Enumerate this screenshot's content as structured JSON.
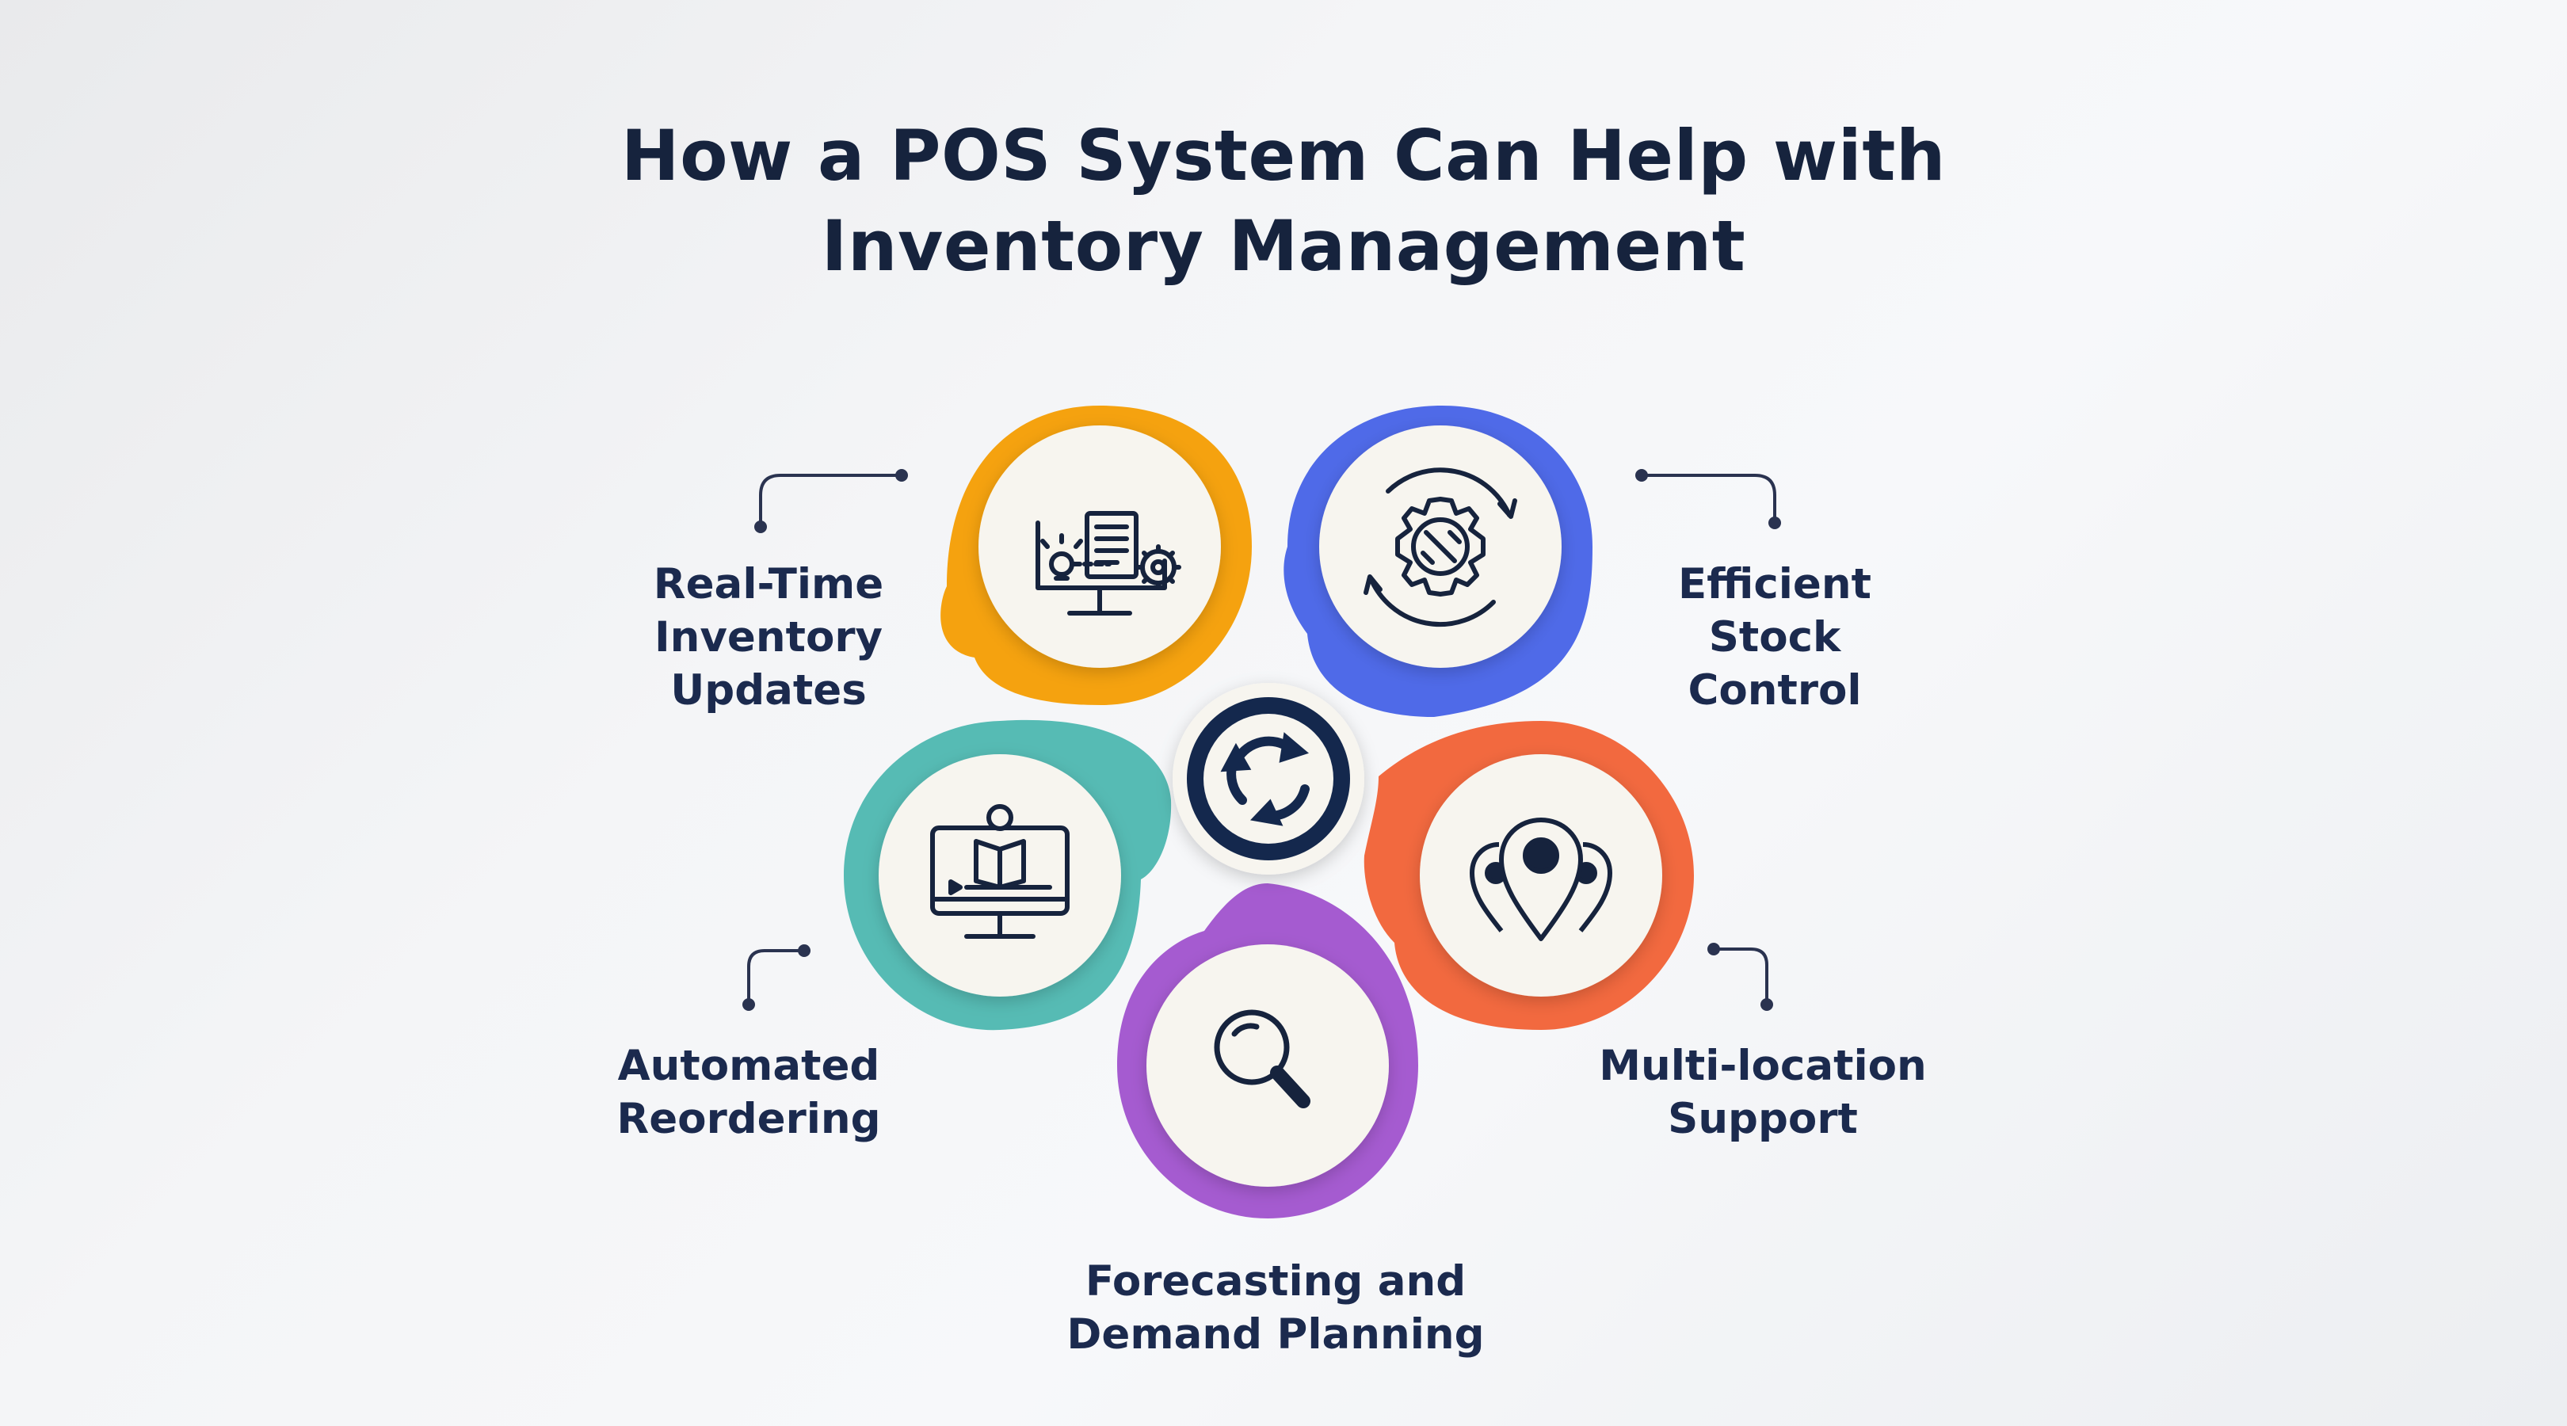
{
  "title": {
    "line1": "How a POS System Can Help with",
    "line2": "Inventory Management"
  },
  "center_icon": "refresh-cycle-icon",
  "items": [
    {
      "lines": [
        "Real-Time",
        "Inventory",
        "Updates"
      ],
      "color": "#f5a20f",
      "icon": "monitor-document-gear-icon"
    },
    {
      "lines": [
        "Efficient",
        "Stock",
        "Control"
      ],
      "color": "#4f6ae8",
      "icon": "gear-wrench-cycle-icon"
    },
    {
      "lines": [
        "Automated",
        "Reordering"
      ],
      "color": "#56bbb4",
      "icon": "monitor-user-book-icon"
    },
    {
      "lines": [
        "Multi-location",
        "Support"
      ],
      "color": "#f2693f",
      "icon": "location-pins-icon"
    },
    {
      "lines": [
        "Forecasting and",
        "Demand Planning"
      ],
      "color": "#a55bd0",
      "icon": "magnifier-icon"
    }
  ],
  "colors": {
    "navy": "#16233d",
    "center": "#14284d",
    "inner": "#f7f5ef"
  }
}
